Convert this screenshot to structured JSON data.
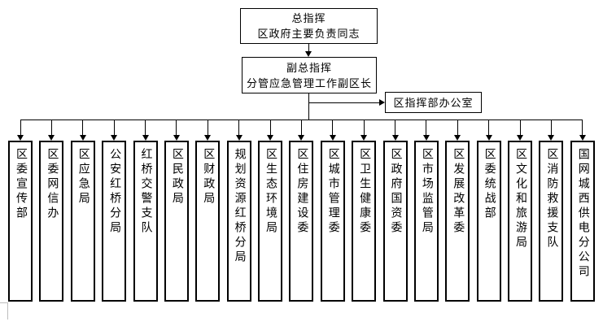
{
  "org": {
    "commander": {
      "line1": "总指挥",
      "line2": "区政府主要负责同志"
    },
    "deputy": {
      "line1": "副总指挥",
      "line2": "分管应急管理工作副区长"
    },
    "office": {
      "label": "区指挥部办公室"
    }
  },
  "departments": [
    "区委宣传部",
    "区委网信办",
    "区应急局",
    "公安红桥分局",
    "红桥交警支队",
    "区民政局",
    "区财政局",
    "规划资源红桥分局",
    "区生态环境局",
    "区住房建设委",
    "区城市管理委",
    "区卫生健康委",
    "区政府国资委",
    "区市场监管局",
    "区发展改革委",
    "区委统战部",
    "区文化和旅游局",
    "区消防救援支队",
    "国网城西供电分公司"
  ],
  "colors": {
    "line": "#000000",
    "background": "#ffffff",
    "corner_mark": "#bdbdbd"
  }
}
